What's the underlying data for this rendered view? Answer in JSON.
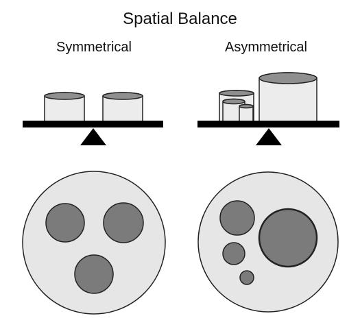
{
  "title": "Spatial Balance",
  "panels": [
    {
      "label": "Symmetrical"
    },
    {
      "label": "Asymmetrical"
    }
  ],
  "colors": {
    "background": "#ffffff",
    "stroke": "#222222",
    "beam": "#000000",
    "fulcrum": "#000000",
    "cylinder_body": "#ececec",
    "cylinder_top": "#8f8f8f",
    "plate_fill": "#e6e6e6",
    "disc_fill": "#7b7b7b"
  }
}
